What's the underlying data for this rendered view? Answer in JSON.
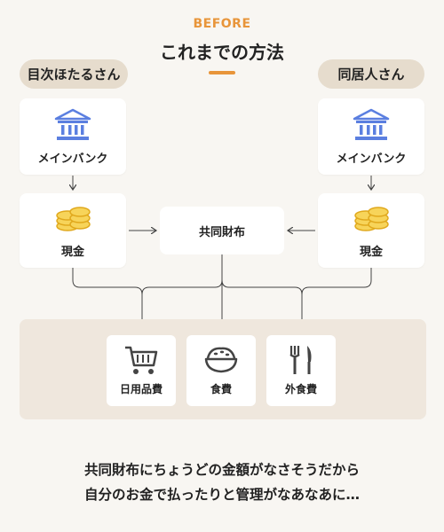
{
  "header": {
    "eyebrow": "BEFORE",
    "title": "これまでの方法"
  },
  "people": {
    "left": "目次ほたるさん",
    "right": "同居人さん"
  },
  "bank": {
    "left_label": "メインバンク",
    "right_label": "メインバンク",
    "icon": "bank-icon"
  },
  "cash": {
    "left_label": "現金",
    "right_label": "現金",
    "icon": "coins-icon"
  },
  "shared_wallet": {
    "label": "共同財布"
  },
  "expenses": [
    {
      "label": "日用品費",
      "icon": "shopping-cart-icon"
    },
    {
      "label": "食費",
      "icon": "rice-bowl-icon"
    },
    {
      "label": "外食費",
      "icon": "fork-knife-icon"
    }
  ],
  "footer": {
    "line1": "共同財布にちょうどの金額がなさそうだから",
    "line2": "自分のお金で払ったりと管理がなあなあに…"
  },
  "colors": {
    "accent": "#e8953a",
    "bank_blue": "#5b7fe0",
    "coin_yellow": "#f2c230",
    "pill_bg": "#e6dccd",
    "expense_bg": "#efe7dd"
  }
}
